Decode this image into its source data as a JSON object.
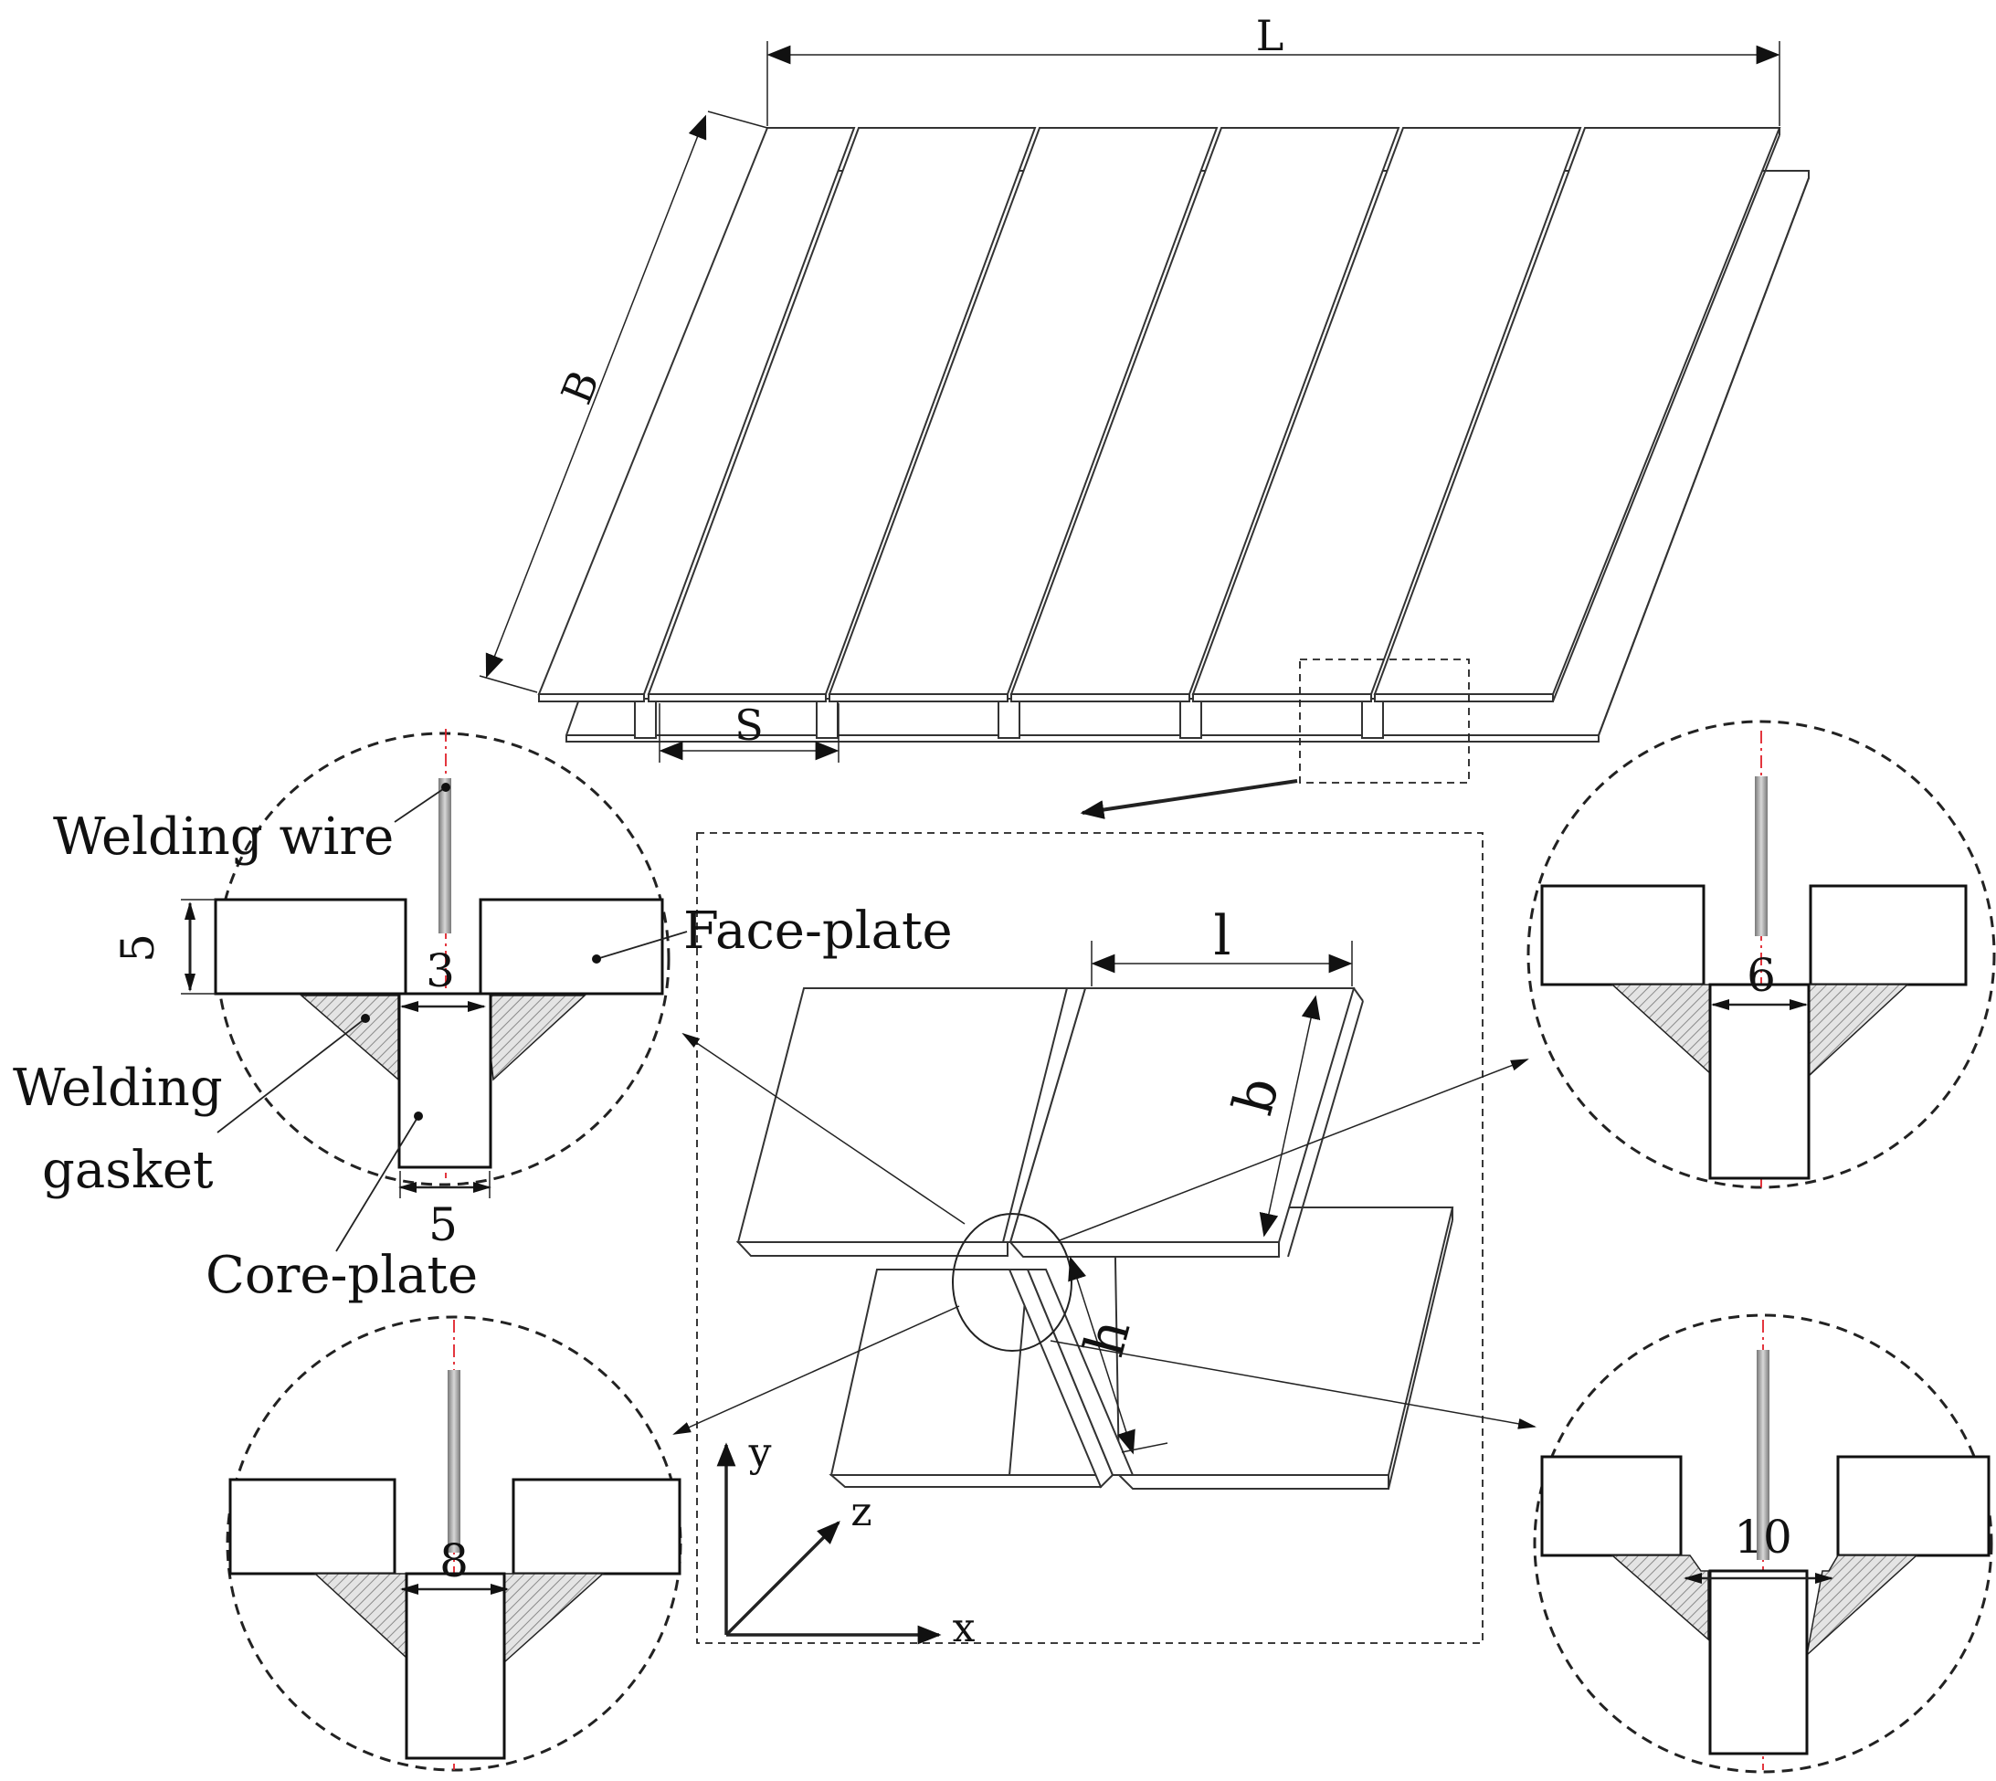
{
  "dimensions": {
    "L": "L",
    "B": "B",
    "S": "S",
    "l": "l",
    "b": "b",
    "h": "h"
  },
  "axes": {
    "x": "x",
    "y": "y",
    "z": "z"
  },
  "callouts": {
    "welding_wire": "Welding wire",
    "face_plate": "Face-plate",
    "welding_line1": "Welding",
    "welding_line2": "gasket",
    "core_plate": "Core-plate"
  },
  "details": {
    "top_left": {
      "face_thickness": "5",
      "gap": "3",
      "core_width": "5"
    },
    "top_right": {
      "gap": "6"
    },
    "bottom_left": {
      "gap": "8"
    },
    "bottom_right": {
      "gap": "10"
    }
  },
  "colors": {
    "centerline": "#e0202a",
    "hatch": "#888888",
    "wire": "#9a9a9a"
  }
}
